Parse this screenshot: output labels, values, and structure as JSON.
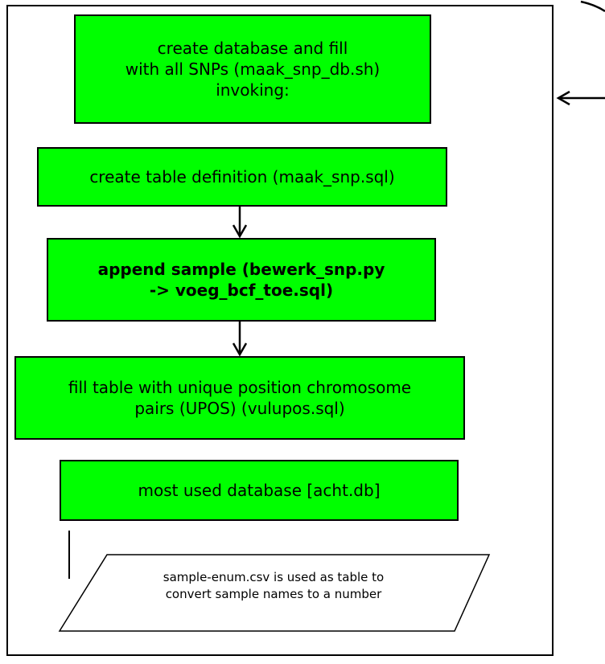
{
  "steps": {
    "create_db": {
      "line1": "create database and  fill",
      "line2": "with all SNPs (maak_snp_db.sh)",
      "line3": "invoking:"
    },
    "table_def": {
      "line1": "create table definition (maak_snp.sql)"
    },
    "append_sample": {
      "line1": "append sample (bewerk_snp.py",
      "line2": "-> voeg_bcf_toe.sql)"
    },
    "fill_upos": {
      "line1": "fill table with unique position chromosome",
      "line2": "pairs (UPOS) (vulupos.sql)"
    },
    "most_used": {
      "line1": "most used database [acht.db]"
    }
  },
  "note": {
    "line1": "sample-enum.csv is used as table to",
    "line2": "convert sample names to a number"
  },
  "colors": {
    "box_fill": "#00ff00",
    "stroke": "#000000"
  }
}
